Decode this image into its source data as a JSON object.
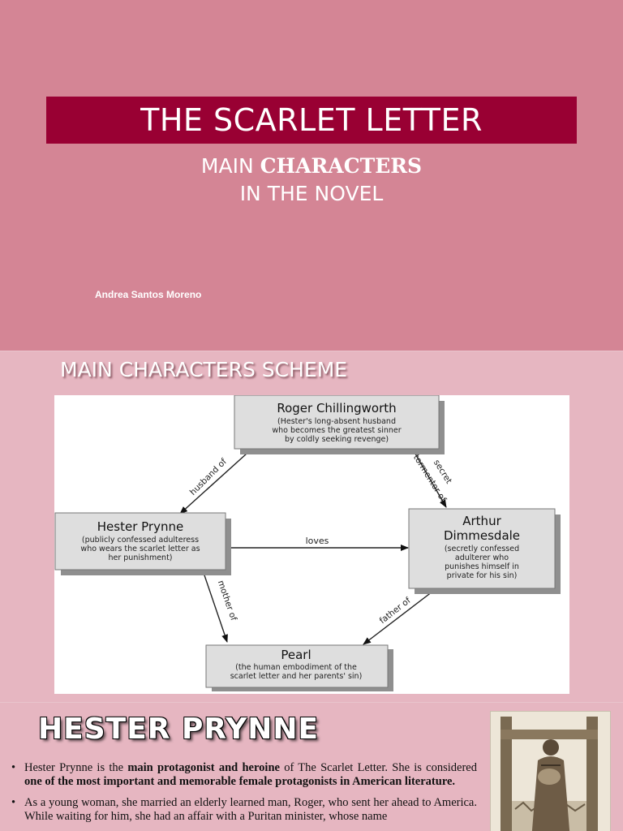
{
  "slide1": {
    "title": "THE SCARLET LETTER",
    "subtitle_line1_a": "MAIN",
    "subtitle_line1_b": "CHARACTERS",
    "subtitle_line2": "IN THE NOVEL",
    "author": "Andrea Santos Moreno",
    "colors": {
      "background": "#d48595",
      "title_bar": "#990033"
    }
  },
  "slide2": {
    "heading": "MAIN CHARACTERS SCHEME",
    "diagram": {
      "nodes": {
        "roger": {
          "name": "Roger Chillingworth",
          "desc": [
            "(Hester's long-absent husband",
            "who becomes the greatest sinner",
            "by coldly seeking revenge)"
          ]
        },
        "hester": {
          "name": "Hester Prynne",
          "desc": [
            "(publicly confessed adulteress",
            "who wears the scarlet letter as",
            "her punishment)"
          ]
        },
        "arthur": {
          "name_line1": "Arthur",
          "name_line2": "Dimmesdale",
          "desc": [
            "(secretly confessed",
            "adulterer who",
            "punishes himself in",
            "private for his sin)"
          ]
        },
        "pearl": {
          "name": "Pearl",
          "desc": [
            "(the human embodiment of the",
            "scarlet letter and her parents' sin)"
          ]
        }
      },
      "edges": {
        "husband_of": "husband of",
        "secret_tormentor_line1": "secret",
        "secret_tormentor_line2": "tormentor of",
        "loves": "loves",
        "mother_of": "mother of",
        "father_of": "father of"
      }
    }
  },
  "slide3": {
    "heading": "HESTER PRYNNE",
    "bullet1": {
      "t1": "Hester Prynne is the ",
      "b1": "main protagonist and heroine",
      "t2": " of The Scarlet Letter. She is considered ",
      "b2": "one of the most important and memorable female protagonists in American literature."
    },
    "bullet2": {
      "t1": "As a young woman, she married an elderly learned man, Roger, who sent her ahead to America. While waiting for him, she had an affair with a Puritan minister, whose name"
    }
  }
}
